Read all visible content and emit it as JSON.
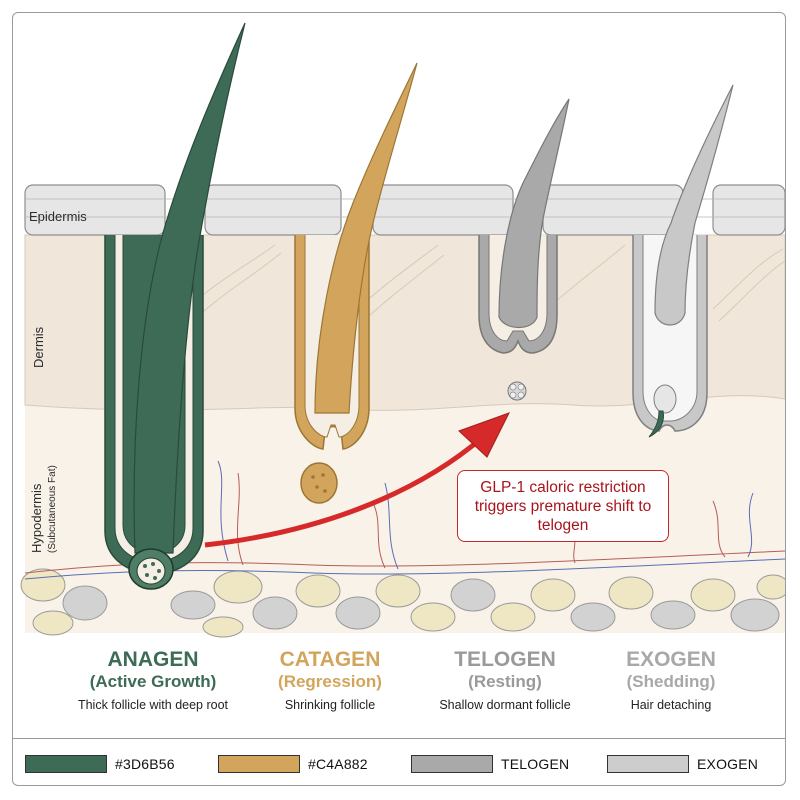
{
  "layers": {
    "epidermis": "Epidermis",
    "dermis": "Dermis",
    "hypodermis": "Hypodermis",
    "hypodermis_sub": "(Subcutaneous Fat)"
  },
  "callout": {
    "text": "GLP-1 caloric restriction triggers premature shift to telogen"
  },
  "stages": [
    {
      "title": "ANAGEN",
      "subtitle": "(Active Growth)",
      "description": "Thick follicle with deep root",
      "color": "#3D6B56"
    },
    {
      "title": "CATAGEN",
      "subtitle": "(Regression)",
      "description": "Shrinking follicle",
      "color": "#C4A882"
    },
    {
      "title": "TELOGEN",
      "subtitle": "(Resting)",
      "description": "Shallow dormant follicle",
      "color": "#9A9A9A"
    },
    {
      "title": "EXOGEN",
      "subtitle": "(Shedding)",
      "description": "Hair detaching",
      "color": "#A8A8A8"
    }
  ],
  "legend": [
    {
      "label": "#3D6B56",
      "color": "#3D6B56"
    },
    {
      "label": "#C4A882",
      "color": "#D3A55C"
    },
    {
      "label": "TELOGEN",
      "color": "#A9A9A9"
    },
    {
      "label": "EXOGEN",
      "color": "#CDCDCD"
    }
  ],
  "colors": {
    "anagen": "#3D6B56",
    "catagen": "#D3A55C",
    "telogen": "#A9A9A9",
    "exogen": "#C8C8C8",
    "arrow": "#D62A2A",
    "dermis": "#F1E6DA",
    "hypodermis": "#F7F0E6"
  }
}
